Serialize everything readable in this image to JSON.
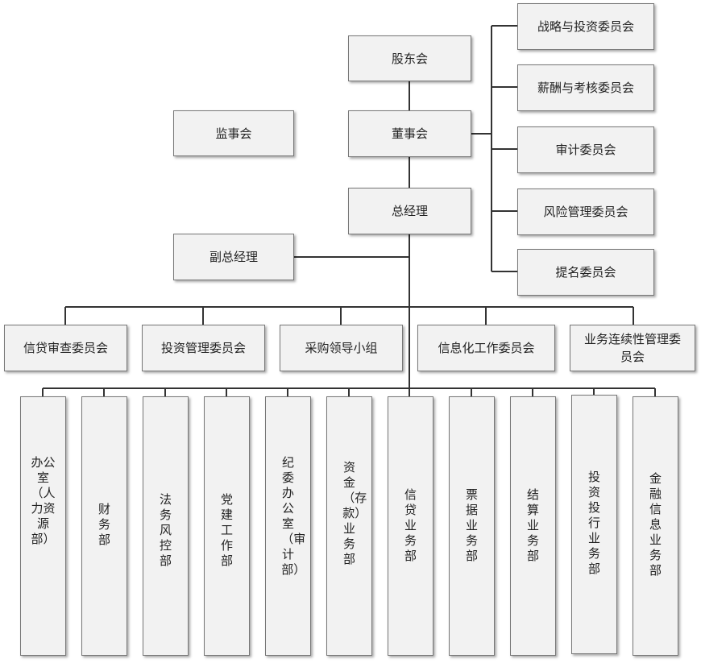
{
  "top": {
    "shareholders": "股东会",
    "board": "董事会",
    "supervisors": "监事会",
    "gm": "总经理",
    "deputy_gm": "副总经理"
  },
  "board_committees": [
    "战略与投资委员会",
    "薪酬与考核委员会",
    "审计委员会",
    "风险管理委员会",
    "提名委员会"
  ],
  "management_committees": [
    "信贷审查委员会",
    "投资管理委员会",
    "采购领导小组",
    "信息化工作委员会",
    "业务连续性管理委员会"
  ],
  "departments": [
    "办公室（人力资源部）",
    "财务部",
    "法务风控部",
    "党建工作部",
    "纪委办公室（审计部）",
    "资金（存款）业务部",
    "信贷业务部",
    "票据业务部",
    "结算业务部",
    "投资投行业务部",
    "金融信息业务部"
  ]
}
